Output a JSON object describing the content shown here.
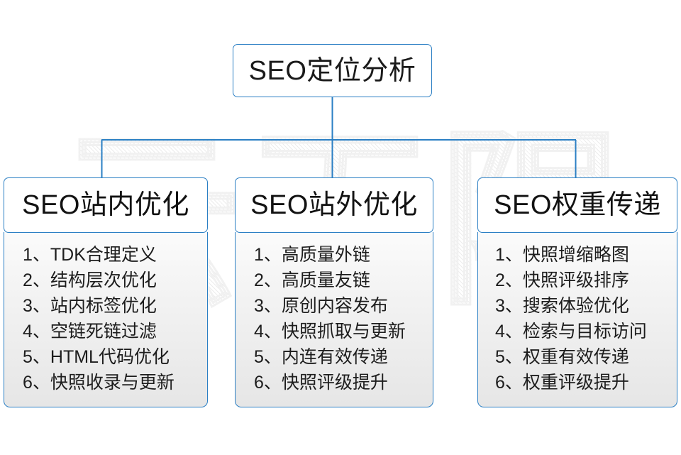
{
  "diagram": {
    "title": "SEO定位分析",
    "watermark": "云无限",
    "accent_color": "#2b7fc4",
    "text_color": "#1a1a1a",
    "background_color": "#ffffff",
    "body_gradient_top": "#fbfbfb",
    "body_gradient_bottom": "#e6e6e6"
  },
  "root": {
    "label": "SEO定位分析"
  },
  "columns": [
    {
      "header": "SEO站内优化",
      "items": [
        {
          "num": "1、",
          "text": "TDK合理定义"
        },
        {
          "num": "2、",
          "text": "结构层次优化"
        },
        {
          "num": "3、",
          "text": "站内标签优化"
        },
        {
          "num": "4、",
          "text": "空链死链过滤"
        },
        {
          "num": "5、",
          "text": "HTML代码优化"
        },
        {
          "num": "6、",
          "text": "快照收录与更新"
        }
      ]
    },
    {
      "header": "SEO站外优化",
      "items": [
        {
          "num": "1、",
          "text": "高质量外链"
        },
        {
          "num": "2、",
          "text": "高质量友链"
        },
        {
          "num": "3、",
          "text": "原创内容发布"
        },
        {
          "num": "4、",
          "text": "快照抓取与更新"
        },
        {
          "num": "5、",
          "text": "内连有效传递"
        },
        {
          "num": "6、",
          "text": "快照评级提升"
        }
      ]
    },
    {
      "header": "SEO权重传递",
      "items": [
        {
          "num": "1、",
          "text": "快照增缩略图"
        },
        {
          "num": "2、",
          "text": "快照评级排序"
        },
        {
          "num": "3、",
          "text": "搜索体验优化"
        },
        {
          "num": "4、",
          "text": "检索与目标访问"
        },
        {
          "num": "5、",
          "text": "权重有效传递"
        },
        {
          "num": "6、",
          "text": "权重评级提升"
        }
      ]
    }
  ]
}
